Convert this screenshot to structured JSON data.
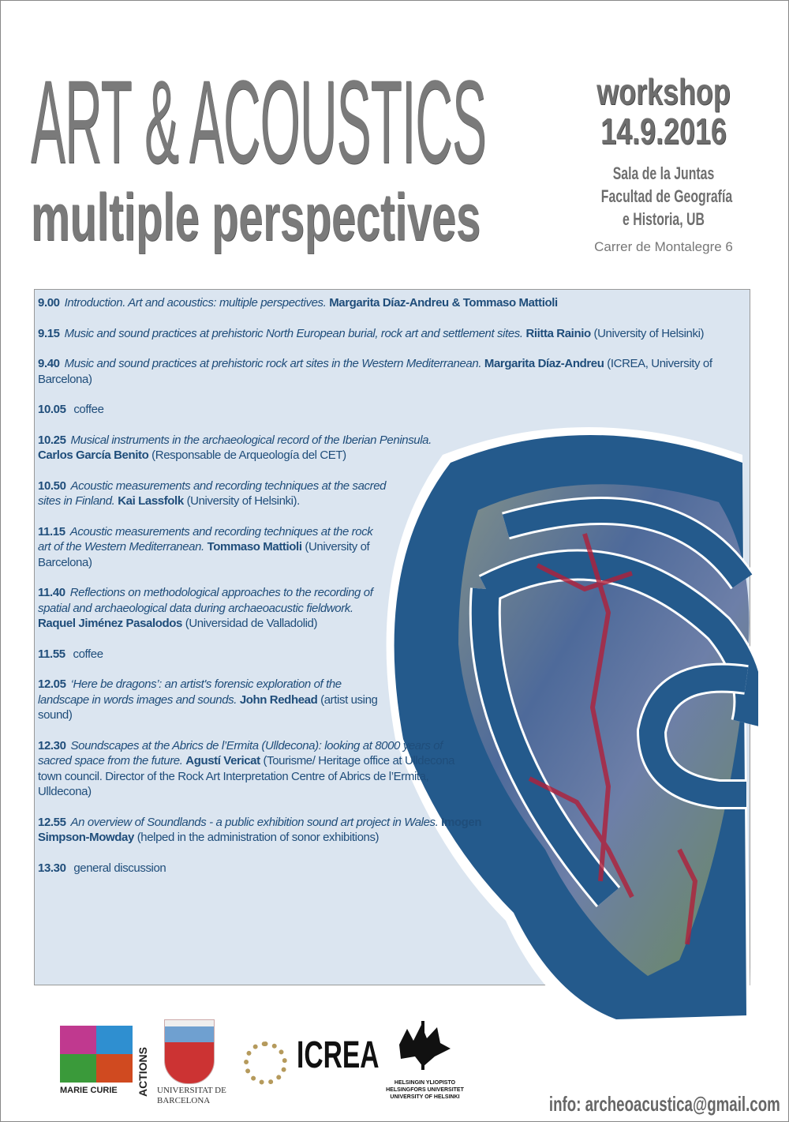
{
  "header": {
    "title": "ART & ACOUSTICS",
    "subtitle": "multiple perspectives",
    "event_type": "workshop",
    "date": "14.9.2016",
    "venue_lines": [
      "Sala de la Juntas",
      "Facultad de Geografía",
      "e Historia, UB"
    ],
    "address": "Carrer de Montalegre 6"
  },
  "program": [
    {
      "time": "9.00",
      "title": "Introduction. Art and acoustics: multiple perspectives.",
      "speaker": "Margarita Díaz-Andreu & Tommaso Mattioli",
      "affiliation": ""
    },
    {
      "time": "9.15",
      "title": "Music and sound practices at prehistoric North European burial, rock art and settlement sites.",
      "speaker": "Riitta Rainio",
      "affiliation": "(University of Helsinki)"
    },
    {
      "time": "9.40",
      "title": "Music and sound practices at prehistoric rock art sites in the Western Mediterranean.",
      "speaker": "Margarita Díaz-Andreu",
      "affiliation": "(ICREA, University of Barcelona)"
    },
    {
      "time": "10.05",
      "title": "",
      "speaker": "",
      "affiliation": "coffee"
    },
    {
      "time": "10.25",
      "title": "Musical instruments in the archaeological record of  the Iberian Peninsula.",
      "speaker": "Carlos García Benito",
      "affiliation": "(Responsable de Arqueología del CET)"
    },
    {
      "time": "10.50",
      "title": "Acoustic measurements and recording techniques at the sacred sites in Finland.",
      "speaker": "Kai Lassfolk",
      "affiliation": "(University of Helsinki)."
    },
    {
      "time": "11.15",
      "title": "Acoustic measurements and recording techniques at the rock art of the Western Mediterranean.",
      "speaker": "Tommaso Mattioli",
      "affiliation": "(University of Barcelona)"
    },
    {
      "time": "11.40",
      "title": "Reflections on methodological approaches to the recording of spatial and archaeological data during archaeoacustic fieldwork.",
      "speaker": "Raquel Jiménez Pasalodos",
      "affiliation": "(Universidad de Valladolid)"
    },
    {
      "time": "11.55",
      "title": "",
      "speaker": "",
      "affiliation": "coffee"
    },
    {
      "time": "12.05",
      "title": "‘Here be dragons’: an artist's forensic exploration of the landscape in words images and sounds.",
      "speaker": "John Redhead",
      "affiliation": "(artist using sound)"
    },
    {
      "time": "12.30",
      "title": "Soundscapes at the Abrics de l’Ermita (Ulldecona): looking at 8000 years of sacred space from the future.",
      "speaker": "Agustí Vericat",
      "affiliation": "(Tourisme/ Heritage office at Ulldecona town council. Director of the Rock Art  Interpretation Centre of Abrics de l’Ermita, Ulldecona)"
    },
    {
      "time": "12.55",
      "title": "An overview of Soundlands - a public exhibition sound art project in Wales.",
      "speaker": "Imogen Simpson-Mowday",
      "affiliation": "(helped in the administration of sonor exhibitions)"
    },
    {
      "time": "13.30",
      "title": "",
      "speaker": "",
      "affiliation": "general discussion"
    }
  ],
  "logos": {
    "marie_curie": "MARIE CURIE",
    "marie_curie_actions": "ACTIONS",
    "ub": "UNIVERSITAT DE BARCELONA",
    "icrea": "ICREA",
    "helsinki": [
      "HELSINGIN YLIOPISTO",
      "HELSINGFORS UNIVERSITET",
      "UNIVERSITY OF HELSINKI"
    ]
  },
  "contact": "info: archeoacustica@gmail.com",
  "colors": {
    "title_gray": "#7a7a7a",
    "program_text": "#1f4d7a",
    "box_bg": "#dbe5f0",
    "ear_blue": "#245a8c"
  }
}
